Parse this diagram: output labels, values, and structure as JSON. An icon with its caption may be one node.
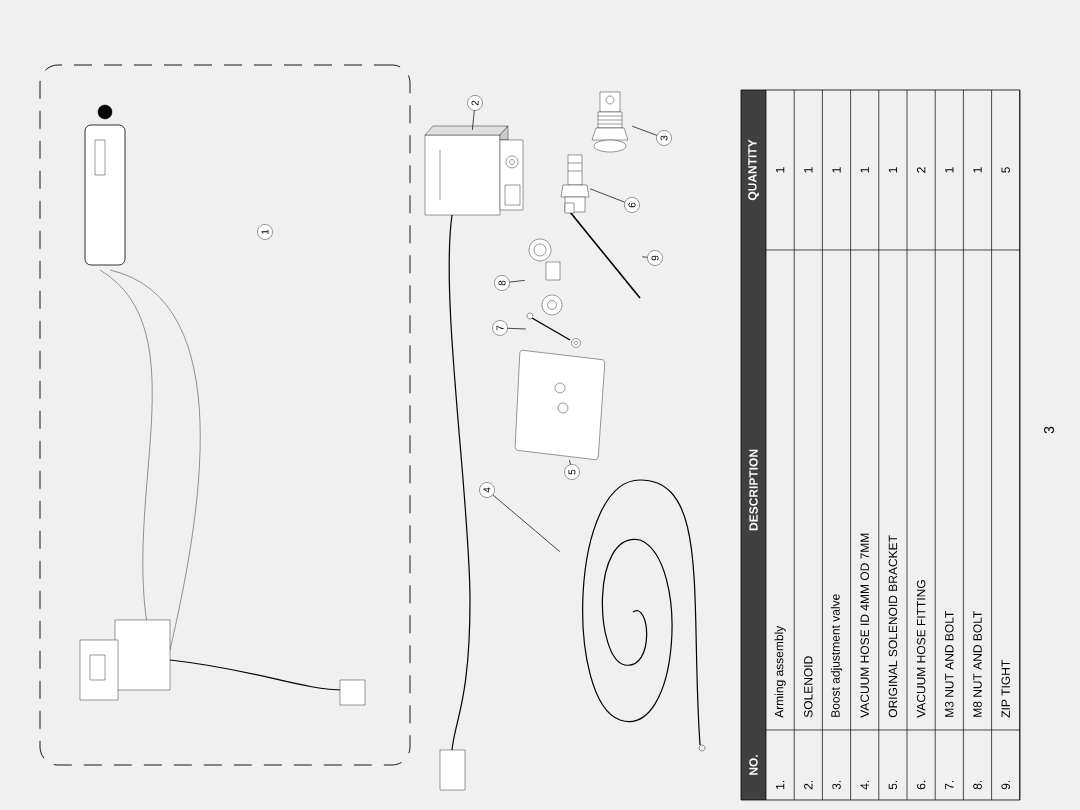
{
  "diagram": {
    "nodes": [
      {
        "text": [
          "1"
        ]
      },
      {
        "text": [],
        "shape": "picture"
      },
      {
        "text": [],
        "shape": "picture"
      },
      {
        "text": [],
        "shape": "picture"
      },
      {
        "text": [],
        "shape": "picture"
      },
      {
        "text": [],
        "shape": "picture"
      },
      {
        "text": [],
        "shape": "picture"
      },
      {
        "text": [],
        "shape": "picture"
      },
      {
        "text": [],
        "shape": "picture"
      },
      {
        "text": [
          "2"
        ]
      },
      {
        "text": [
          "3"
        ]
      },
      {
        "text": [
          "4"
        ]
      },
      {
        "text": [
          "5"
        ]
      },
      {
        "text": [
          "6"
        ]
      },
      {
        "text": [
          "7"
        ]
      },
      {
        "text": [
          "8"
        ]
      },
      {
        "text": [
          "9"
        ]
      }
    ],
    "edges": [
      {
        "from": 9,
        "to": 1,
        "arrow": "none"
      },
      {
        "from": 10,
        "to": 2,
        "arrow": "none"
      },
      {
        "from": 11,
        "to": 3,
        "arrow": "none"
      },
      {
        "from": 12,
        "to": 4,
        "arrow": "none"
      },
      {
        "from": 13,
        "to": 5,
        "arrow": "none"
      },
      {
        "from": 14,
        "to": 6,
        "arrow": "none"
      },
      {
        "from": 15,
        "to": 7,
        "arrow": "none"
      },
      {
        "from": 16,
        "to": 8,
        "arrow": "none"
      }
    ],
    "labels": [
      "NO.",
      "DESCRIPTION",
      "QUANTITY",
      "1.",
      "Arming assembly",
      "1",
      "2.",
      "SOLENOID",
      "1",
      "3.",
      "Boost adjustment valve",
      "1",
      "4.",
      "VACUUM HOSE ID 4MM OD 7MM",
      "1",
      "5.",
      "ORIGINAL SOLENOID BRACKET",
      "1",
      "6.",
      "VACUUM HOSE FITTING",
      "2",
      "7.",
      "M3 NUT AND BOLT",
      "1",
      "8.",
      "M8 NUT AND BOLT",
      "1",
      "9.",
      "ZIP TIGHT",
      "5",
      "3"
    ]
  }
}
